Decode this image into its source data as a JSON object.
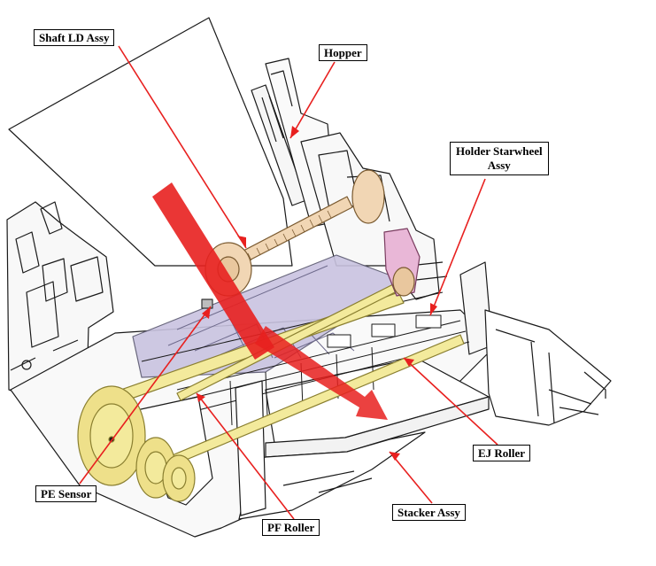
{
  "diagram": {
    "labels": {
      "shaft_ld_assy": "Shaft LD Assy",
      "hopper": "Hopper",
      "holder_starwheel_line1": "Holder Starwheel",
      "holder_starwheel_line2": "Assy",
      "ej_roller": "EJ Roller",
      "pe_sensor": "PE Sensor",
      "pf_roller": "PF Roller",
      "stacker_assy": "Stacker Assy"
    },
    "colors": {
      "leader_line": "#e8201f",
      "paper_path_arrow": "#e8201f",
      "roller_yellow": "#f3ea9c",
      "gear_yellow": "#eee08a",
      "shaft_ld_roller": "#f1d6b4",
      "starwheel_pink": "#e9b7d7",
      "paper_guide_lavender": "#c9c3e0",
      "outline": "#1a1a1a"
    }
  }
}
